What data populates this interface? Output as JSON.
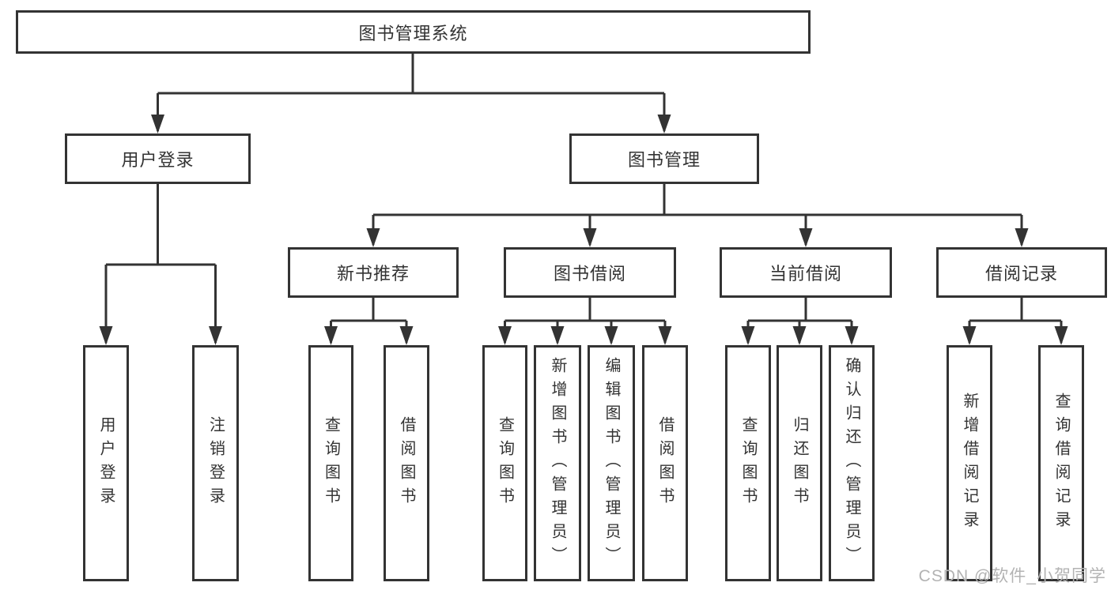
{
  "tree": {
    "label": "图书管理系统",
    "children": [
      {
        "label": "用户登录",
        "children": [
          {
            "label": "用户登录"
          },
          {
            "label": "注销登录"
          }
        ]
      },
      {
        "label": "图书管理",
        "children": [
          {
            "label": "新书推荐",
            "children": [
              {
                "label": "查询图书"
              },
              {
                "label": "借阅图书"
              }
            ]
          },
          {
            "label": "图书借阅",
            "children": [
              {
                "label": "查询图书"
              },
              {
                "label": "新增图书（管理员）"
              },
              {
                "label": "编辑图书（管理员）"
              },
              {
                "label": "借阅图书"
              }
            ]
          },
          {
            "label": "当前借阅",
            "children": [
              {
                "label": "查询图书"
              },
              {
                "label": "归还图书"
              },
              {
                "label": "确认归还（管理员）"
              }
            ]
          },
          {
            "label": "借阅记录",
            "children": [
              {
                "label": "新增借阅记录"
              },
              {
                "label": "查询借阅记录"
              }
            ]
          }
        ]
      }
    ]
  },
  "watermark": "CSDN @软件_小贺同学",
  "colors": {
    "line": "#333333",
    "text": "#333333",
    "watermark": "#b3b3b3"
  }
}
